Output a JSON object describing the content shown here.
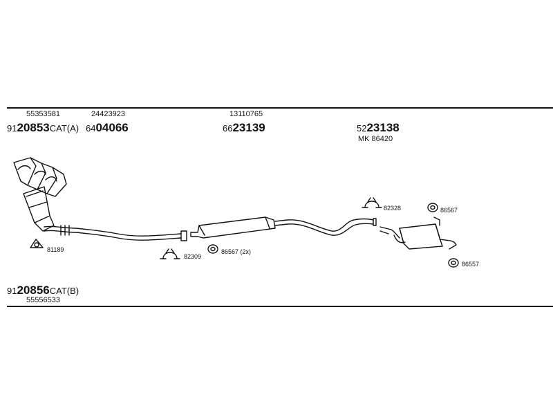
{
  "labels": {
    "l1_top": "55353581",
    "l1_prefix": "91",
    "l1_main": "20853",
    "l1_suffix": "CAT(A)",
    "l2_top": "24423923",
    "l2_prefix": "64",
    "l2_main": "04066",
    "l3_top": "13110765",
    "l3_prefix": "66",
    "l3_main": "23139",
    "l4_prefix": "52",
    "l4_main": "23138",
    "l4_sub": "MK  86420",
    "l5_prefix": "91",
    "l5_main": "20856",
    "l5_suffix": "CAT(B)",
    "l5_bottom": "55556533"
  },
  "parts": {
    "p_81189": "81189",
    "p_82309": "82309",
    "p_86567_2x": "86567 (2x)",
    "p_82328": "82328",
    "p_86567_a": "86567",
    "p_86557": "86557"
  }
}
